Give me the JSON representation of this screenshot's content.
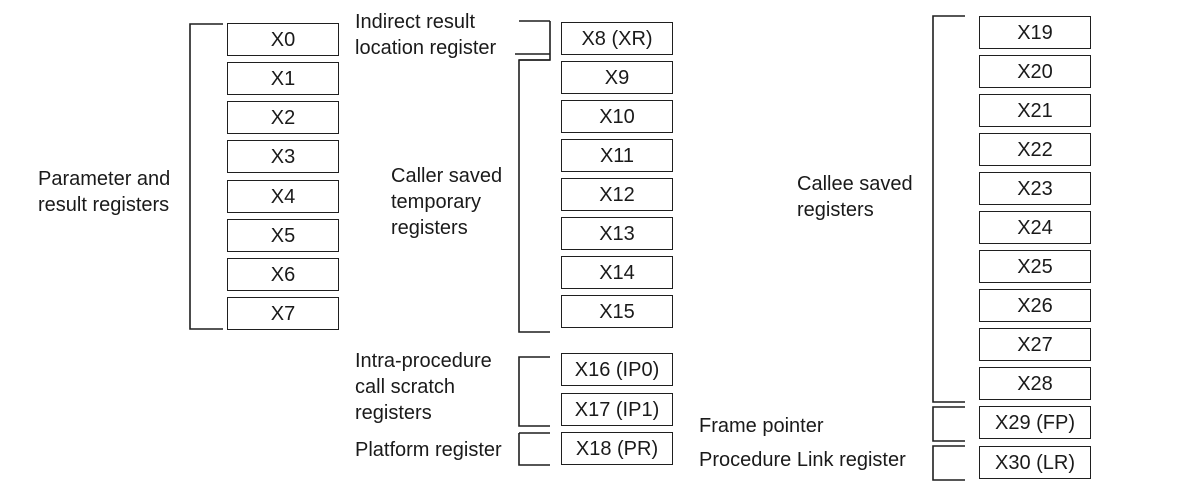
{
  "diagram": {
    "column1": {
      "registers": [
        "X0",
        "X1",
        "X2",
        "X3",
        "X4",
        "X5",
        "X6",
        "X7"
      ],
      "group_label": [
        "Parameter and",
        "result registers"
      ]
    },
    "column2": {
      "xr": {
        "register": "X8 (XR)",
        "label": [
          "Indirect result",
          "location register"
        ]
      },
      "caller_saved": {
        "registers": [
          "X9",
          "X10",
          "X11",
          "X12",
          "X13",
          "X14",
          "X15"
        ],
        "label": [
          "Caller saved",
          "temporary",
          "registers"
        ]
      },
      "ip": {
        "registers": [
          "X16 (IP0)",
          "X17 (IP1)"
        ],
        "label": [
          "Intra-procedure",
          "call scratch",
          "registers"
        ]
      },
      "pr": {
        "register": "X18 (PR)",
        "label": "Platform register"
      }
    },
    "column3": {
      "callee_saved": {
        "registers": [
          "X19",
          "X20",
          "X21",
          "X22",
          "X23",
          "X24",
          "X25",
          "X26",
          "X27",
          "X28"
        ],
        "label": [
          "Callee saved",
          "registers"
        ]
      },
      "fp": {
        "register": "X29 (FP)",
        "label": "Frame pointer"
      },
      "lr": {
        "register": "X30 (LR)",
        "label": "Procedure Link register"
      }
    }
  }
}
